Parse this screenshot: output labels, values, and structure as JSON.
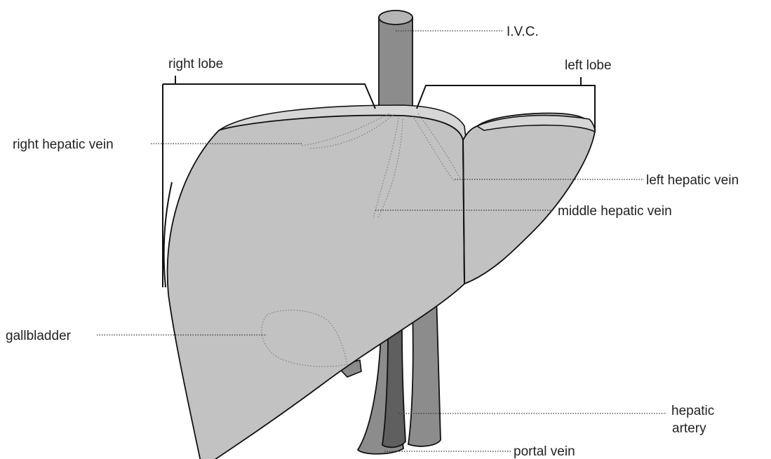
{
  "colors": {
    "liver_fill": "#c2c2c2",
    "liver_top_fill": "#d6d6d6",
    "vessel_fill": "#8c8c8c",
    "artery_fill": "#5f5f5f",
    "outline": "#111111"
  },
  "labels": {
    "ivc": "I.V.C.",
    "right_lobe": "right lobe",
    "left_lobe": "left lobe",
    "right_hepatic_vein": "right hepatic vein",
    "left_hepatic_vein": "left hepatic vein",
    "middle_hepatic_vein": "middle hepatic vein",
    "gallbladder": "gallbladder",
    "hepatic_artery_line1": "hepatic",
    "hepatic_artery_line2": "artery",
    "portal_vein": "portal vein"
  }
}
